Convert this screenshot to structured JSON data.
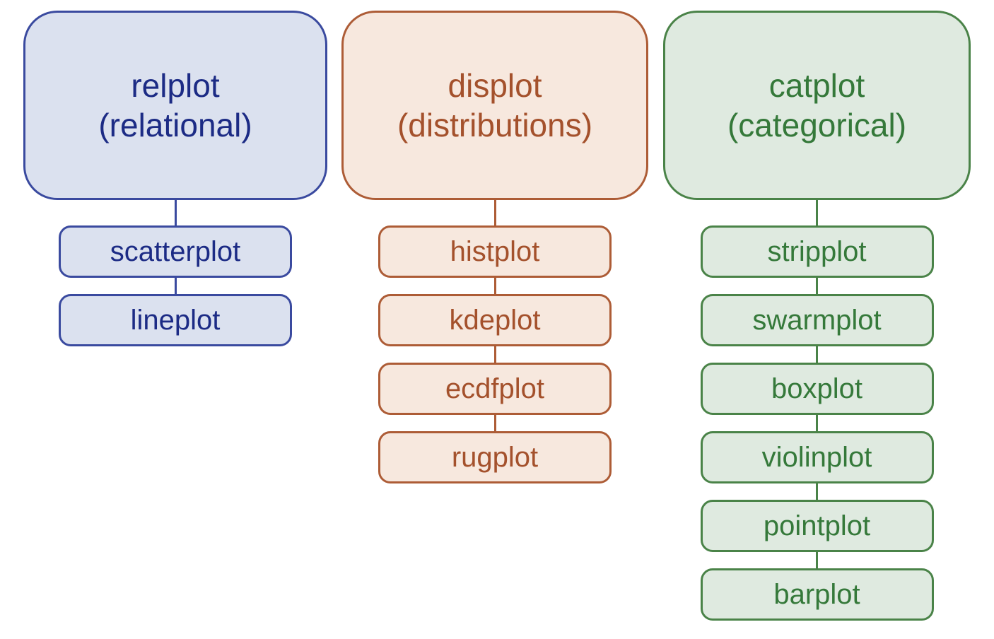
{
  "canvas": {
    "background": "#ffffff"
  },
  "columns": [
    {
      "id": "relplot",
      "parent_label_line1": "relplot",
      "parent_label_line2": "(relational)",
      "children": [
        "scatterplot",
        "lineplot"
      ],
      "colors": {
        "fill": "#dbe1ef",
        "stroke": "#3a4a9f",
        "text": "#1c2b85"
      }
    },
    {
      "id": "displot",
      "parent_label_line1": "displot",
      "parent_label_line2": "(distributions)",
      "children": [
        "histplot",
        "kdeplot",
        "ecdfplot",
        "rugplot"
      ],
      "colors": {
        "fill": "#f7e8de",
        "stroke": "#ad5c36",
        "text": "#a4512c"
      }
    },
    {
      "id": "catplot",
      "parent_label_line1": "catplot",
      "parent_label_line2": "(categorical)",
      "children": [
        "stripplot",
        "swarmplot",
        "boxplot",
        "violinplot",
        "pointplot",
        "barplot"
      ],
      "colors": {
        "fill": "#dfeae0",
        "stroke": "#4a8348",
        "text": "#35793a"
      }
    }
  ]
}
